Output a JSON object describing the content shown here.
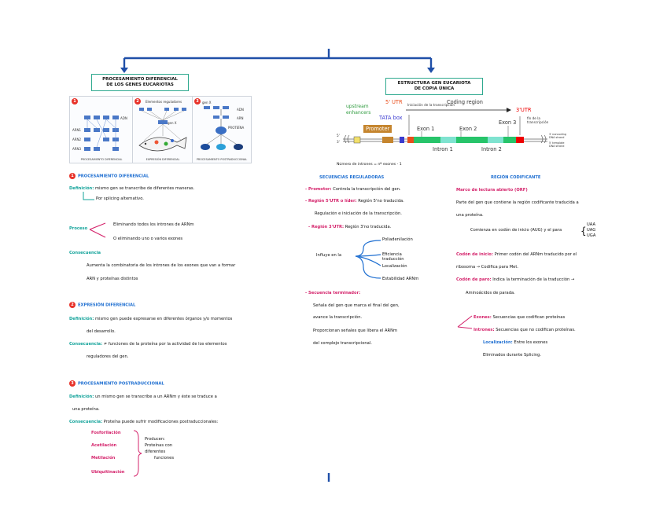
{
  "left_box": {
    "line1": "PROCESAMIENTO DIFERENCIAL",
    "line2": "DE LOS GENES EUCARIOTAS"
  },
  "right_box": {
    "line1": "ESTRUCTURA GEN EUCARIOTA",
    "line2": "DE COPIA ÚNICA"
  },
  "figures": [
    {
      "num": "1",
      "caption": "PROCESAMIENTO DIFERENCIAL",
      "labels": [
        "ADN",
        "ARN1",
        "ARN2",
        "ARN3"
      ]
    },
    {
      "num": "2",
      "caption": "EXPRESIÓN DIFERENCIAL",
      "labels": [
        "Elementos reguladores",
        "gen X"
      ]
    },
    {
      "num": "3",
      "caption": "PROCESAMIENTO POSTRADUCCIONAL",
      "labels": [
        "gen X",
        "ADN",
        "ARN",
        "PROTEÍNA"
      ]
    }
  ],
  "gene_diagram": {
    "upstream": "upstream\nenhancers",
    "utr5": "5' UTR",
    "tata": "TATA box",
    "promoter": "Promoter",
    "coding_region": "Coding region",
    "utr3": "3'UTR",
    "exon1": "Exon 1",
    "exon2": "Exon 2",
    "exon3": "Exon 3",
    "intron1": "Intron 1",
    "intron2": "Intron 2",
    "start_note": "Iniciación de la transcripción",
    "stop_note": "fin de la transcripción",
    "strand5": "5'",
    "strand3": "3'",
    "coding_strand": "3' noncoding DNA strand",
    "noncoding_strand": "5' template DNA strand",
    "note": "Número de intrones = nº exones - 1"
  },
  "col1": {
    "s1": {
      "num": "1",
      "title": "PROCESAMIENTO DIFERENCIAL",
      "def_label": "Definición:",
      "def_text": "mismo gen se transcribe de diferentes maneras.",
      "def_sub": "Por splicing alternativo.",
      "proc_label": "Proceso",
      "proc_a": "Eliminando todos los intrones de ARNm",
      "proc_b": "O eliminando uno o varios exones",
      "cons_label": "Consecuencia",
      "cons_text1": "Aumenta la combinatoria de los intrones de los exones que van a formar",
      "cons_text2": "ARN y proteínas distintos"
    },
    "s2": {
      "num": "2",
      "title": "EXPRESIÓN DIFERENCIAL",
      "def_label": "Definición:",
      "def_text": "mismo gen puede expresarse en diferentes órganos y/o momentos",
      "def_text2": "del desarrollo.",
      "cons_label": "Consecuencia:",
      "cons_text": "≠ funciones de la proteína por la actividad de los elementos",
      "cons_text2": "reguladores del gen."
    },
    "s3": {
      "num": "3",
      "title": "PROCESAMIENTO POSTRADUCCIONAL",
      "def_label": "Definición:",
      "def_text": "un mismo gen se transcribe a un ARNm y éste se traduce a",
      "def_text2": "una proteína.",
      "cons_label": "Consecuencia:",
      "cons_text": "Proteína puede sufrir modificaciones postraduccionales:",
      "mods": [
        "Fosforilación",
        "Acetilación",
        "Metilación",
        "Ubiquitinación"
      ],
      "mods_result": [
        "Producen:",
        "Proteínas con",
        "diferentes",
        "funciones"
      ]
    }
  },
  "col2": {
    "title": "SECUENCIAS REGULADORAS",
    "promotor_label": "Promotor:",
    "promotor_text": "Controla la transcripción del gen.",
    "utr5_label": "Región 5'UTR o líder:",
    "utr5_text": "Región 5'no traducida.",
    "utr5_text2": "Regulación e iniciación de la transcripción.",
    "utr3_label": "Región 3'UTR:",
    "utr3_text": "Región 3'no traducida.",
    "influye": "Influye en la",
    "influye_items": [
      "Poliadenilación",
      "Eficiencia traducción",
      "Localización",
      "Estabilidad ARNm"
    ],
    "sec_label": "Secuencia terminador:",
    "sec_text1": "Señala del gen que marca el final del gen,",
    "sec_text2": "avance la transcripción.",
    "sec_text3": "Proporcionan señales que libera el ARNm",
    "sec_text4": "del complejo transcripcional."
  },
  "col3": {
    "title": "REGIÓN CODIFICANTE",
    "orf_label": "Marco de lectura abierto (ORF)",
    "orf_text1": "Parte del gen que contiene la región codificante traducida a",
    "orf_text2": "una proteína.",
    "orf_text3": "Comienza en codón de inicio (AUG) y el para",
    "stop_codons": [
      "UAA",
      "UAG",
      "UGA"
    ],
    "start_label": "Codón de inicio:",
    "start_text": "Primer codón del ARNm traducido por el",
    "start_text2": "ribosoma → Codifica para Met.",
    "stop_label": "Codón de paro:",
    "stop_text": "Indica la terminación de la traducción →",
    "stop_text2": "Aminoácidos de parada.",
    "exon_label": "Exones:",
    "exon_text": "Secuencias que codifican proteínas",
    "intron_label": "Intrones:",
    "intron_text": "Secuencias que no codifican proteínas.",
    "loc_label": "Localización:",
    "loc_text": "Entre los exones",
    "loc_text2": "Eliminados durante Splicing."
  }
}
